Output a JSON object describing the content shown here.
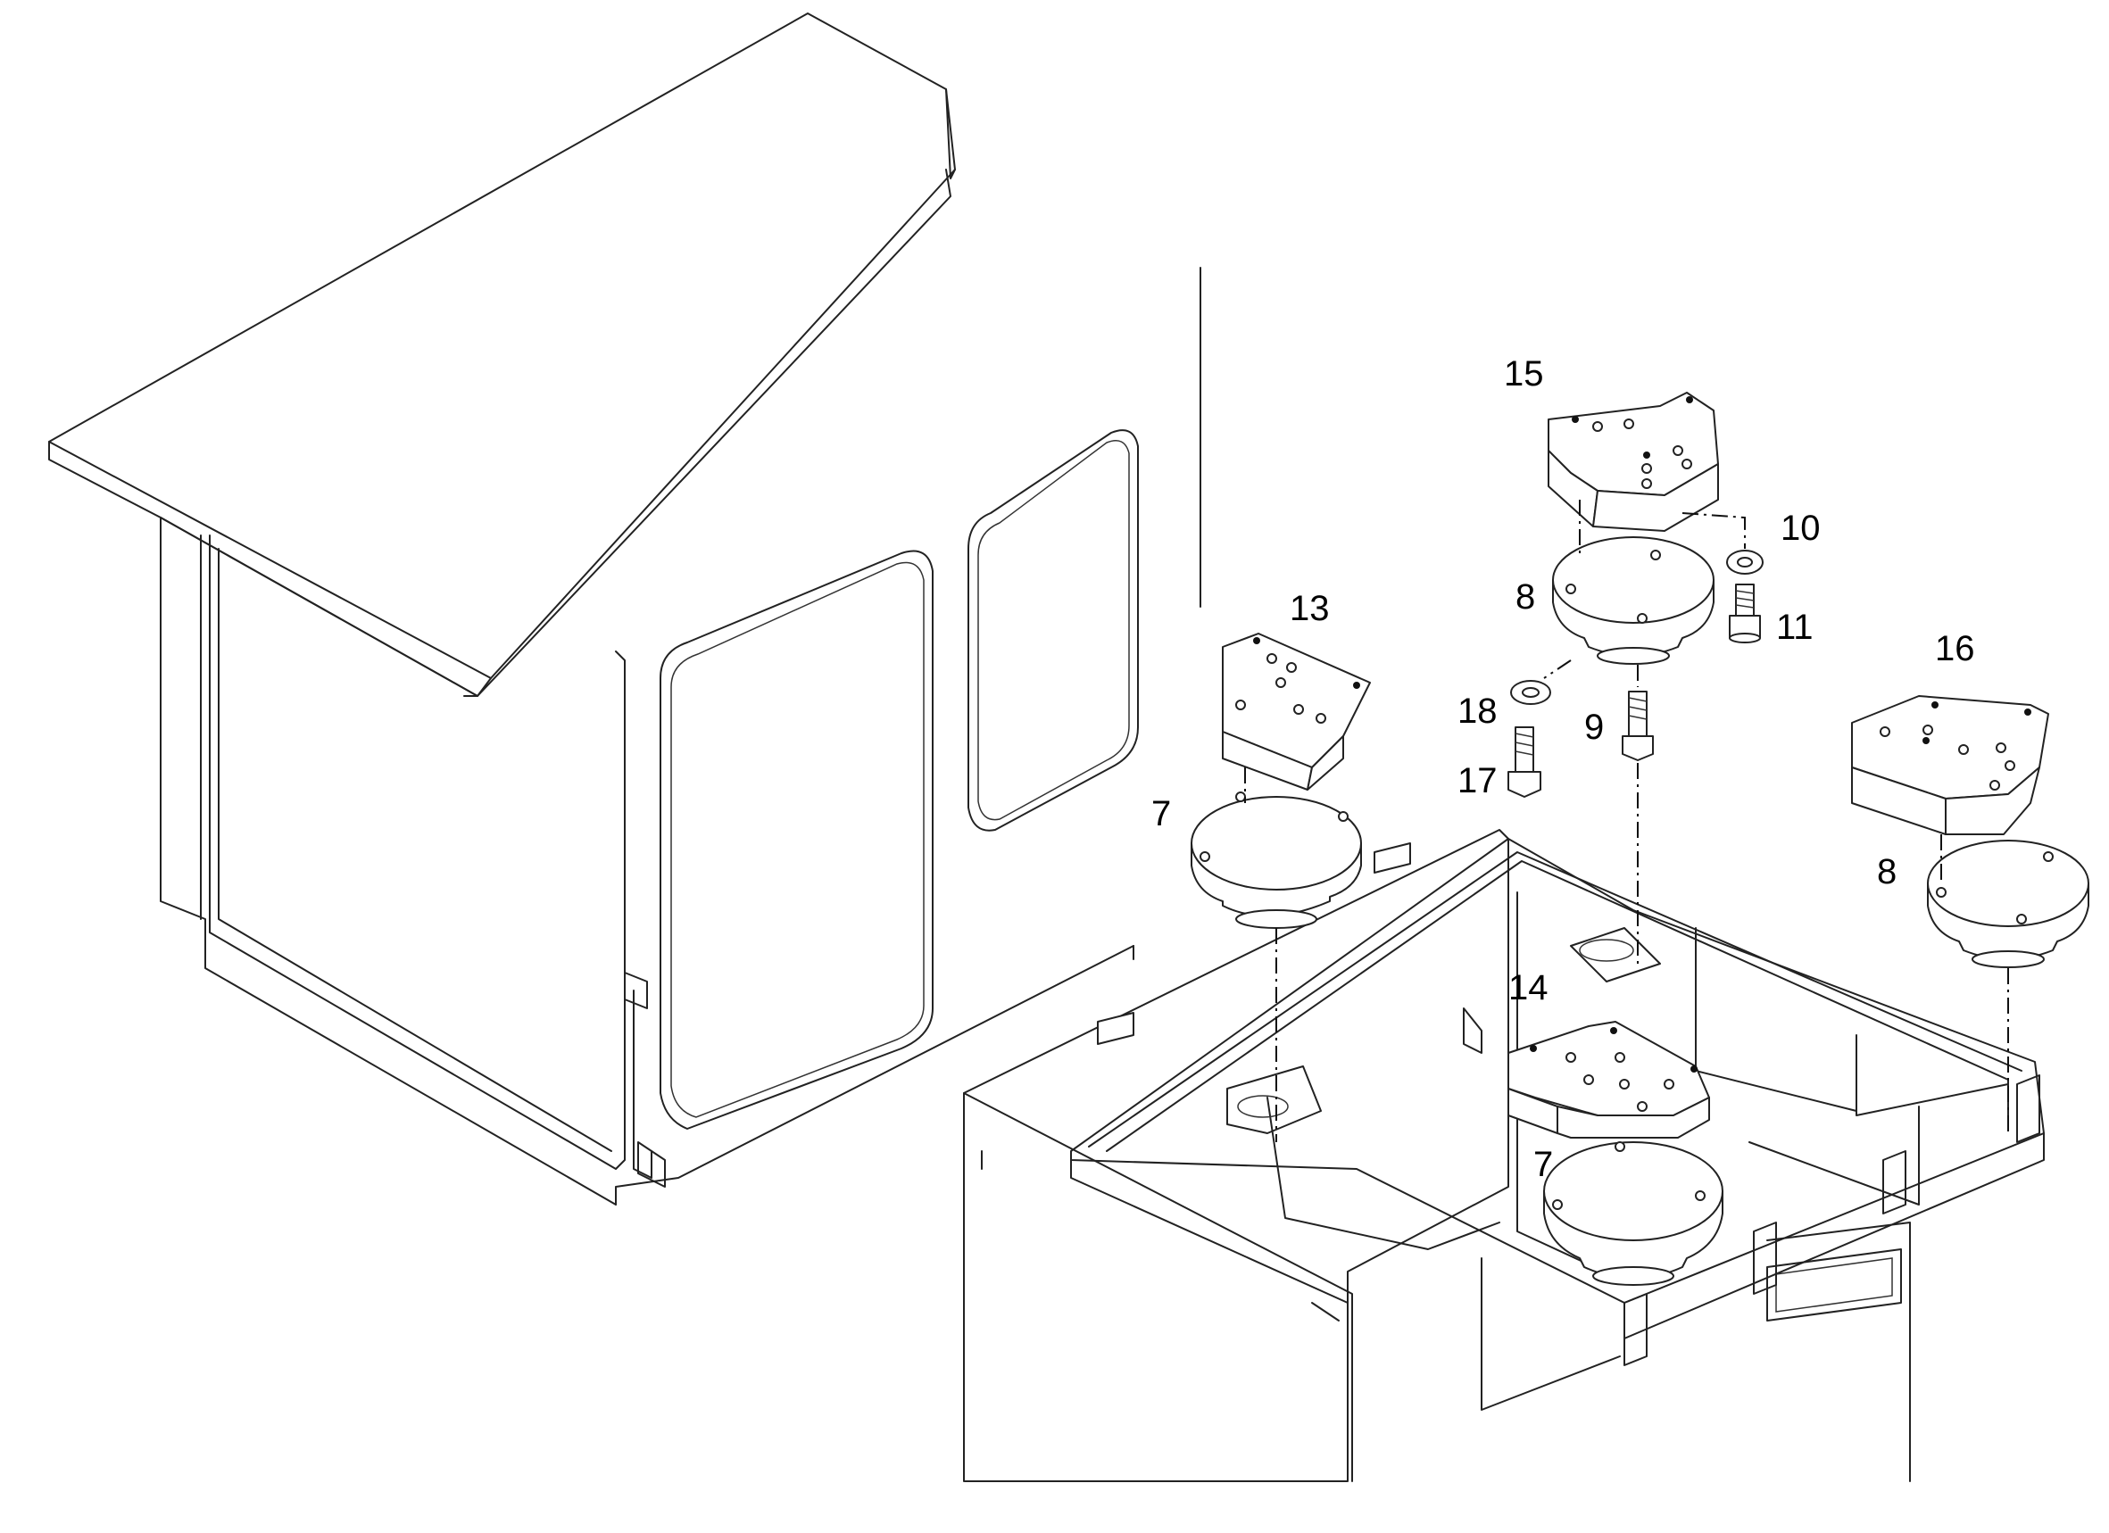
{
  "callouts": {
    "part_7a": "7",
    "part_7b": "7",
    "part_8a": "8",
    "part_8b": "8",
    "part_9": "9",
    "part_10": "10",
    "part_11": "11",
    "part_13": "13",
    "part_14": "14",
    "part_15": "15",
    "part_16": "16",
    "part_17": "17",
    "part_18": "18"
  },
  "colors": {
    "line": "#222222",
    "background": "#ffffff"
  }
}
